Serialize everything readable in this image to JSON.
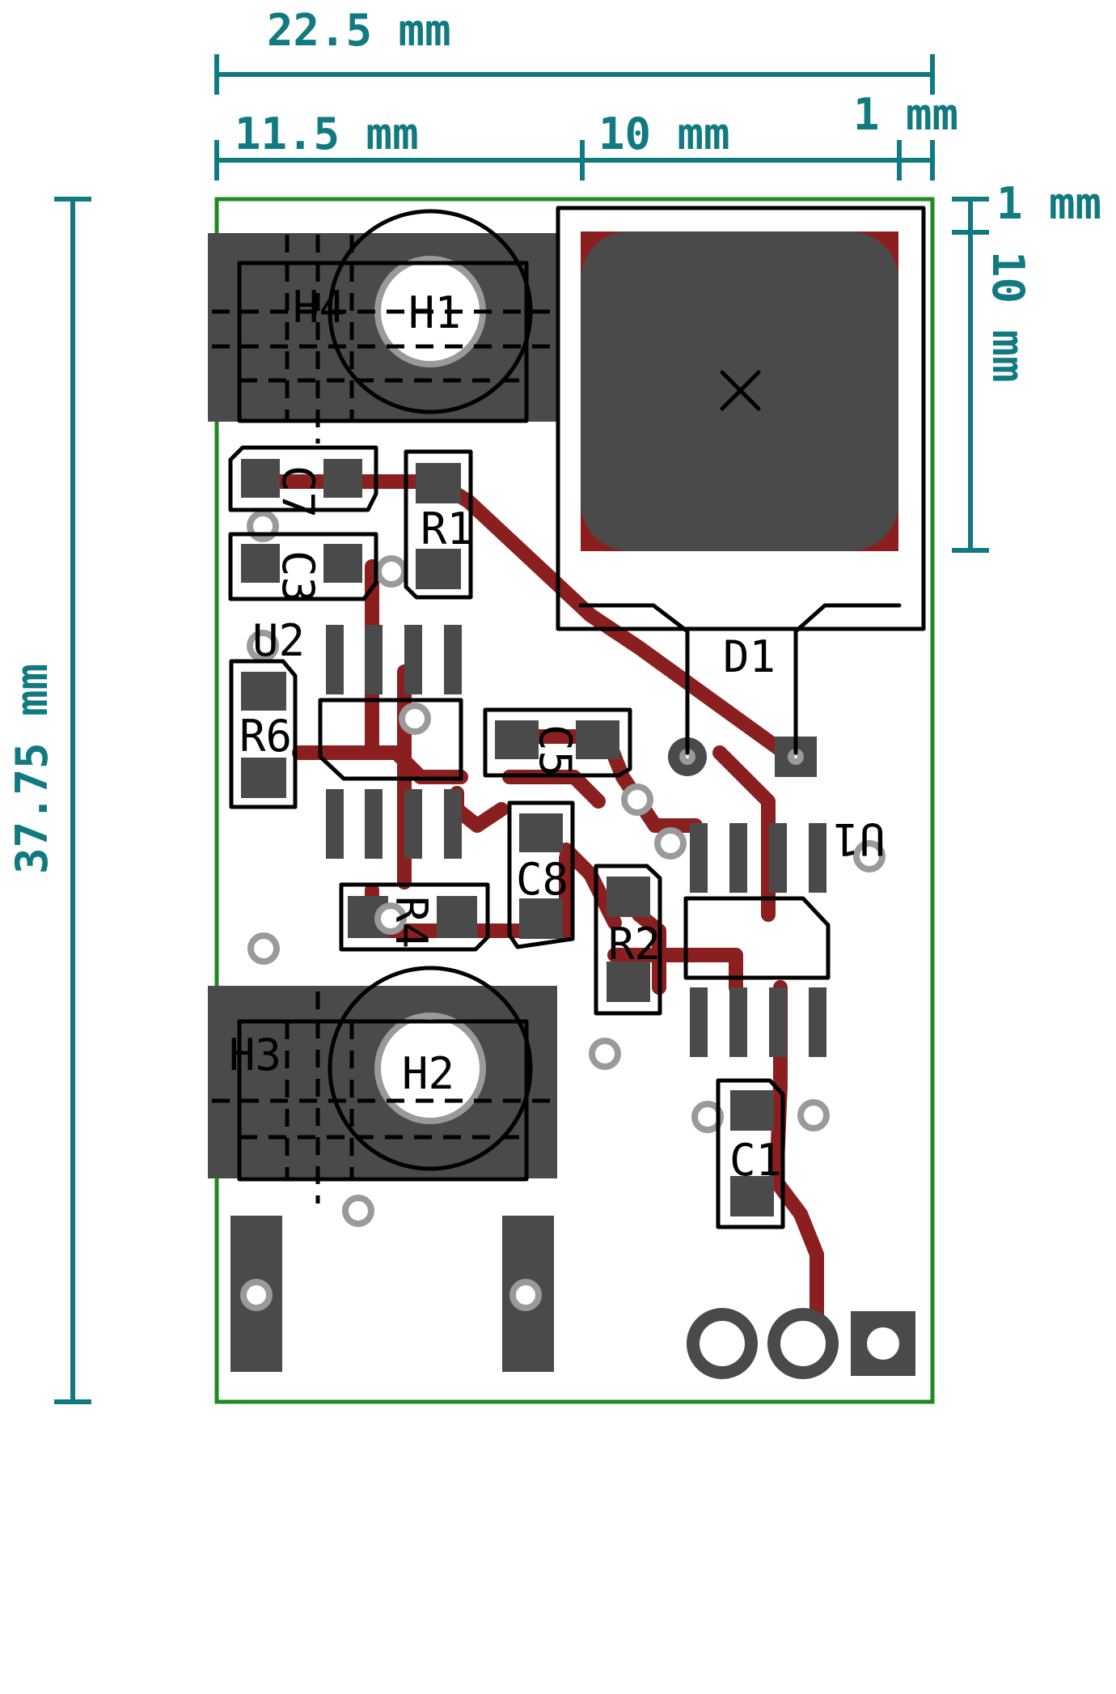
{
  "dimensions": {
    "total_width": "22.5 mm",
    "width_left": "11.5 mm",
    "width_middle": "10 mm",
    "width_right": "1 mm",
    "height_total": "37.75 mm",
    "right_top_gap": "1 mm",
    "right_pad": "10 mm"
  },
  "components": {
    "H1": "H1",
    "H2": "H2",
    "H3": "H3",
    "H4": "H4",
    "C7": "C7",
    "C3": "C3",
    "R1": "R1",
    "U2": "U2",
    "R6": "R6",
    "C5": "C5",
    "D1": "D1",
    "U1": "U1",
    "C8": "C8",
    "R4": "R4",
    "R2": "R2",
    "C1": "C1"
  },
  "colors": {
    "board_outline": "#1f8a1f",
    "dimension": "#117a80",
    "copper_trace": "#8b1f1f",
    "pad": "#4a4a4a",
    "silkscreen": "#000000"
  }
}
